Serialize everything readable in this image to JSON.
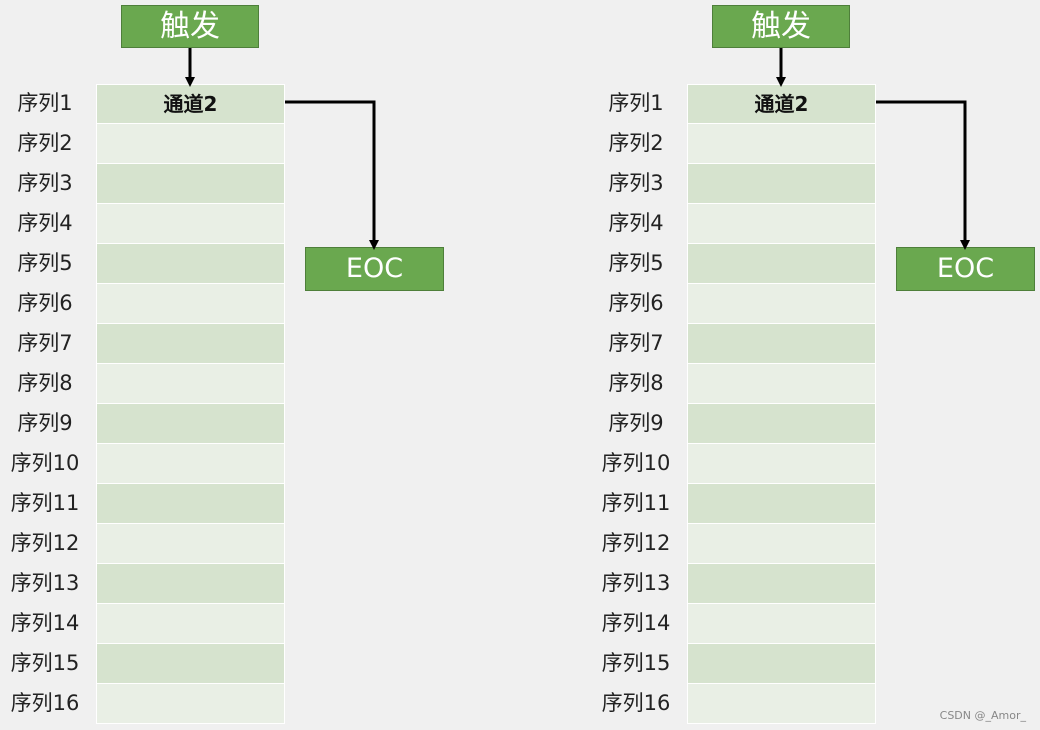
{
  "diagrams": [
    {
      "trigger_label": "触发",
      "eoc_label": "EOC",
      "rows": [
        {
          "label": "序列1",
          "cell": "通道2"
        },
        {
          "label": "序列2",
          "cell": ""
        },
        {
          "label": "序列3",
          "cell": ""
        },
        {
          "label": "序列4",
          "cell": ""
        },
        {
          "label": "序列5",
          "cell": ""
        },
        {
          "label": "序列6",
          "cell": ""
        },
        {
          "label": "序列7",
          "cell": ""
        },
        {
          "label": "序列8",
          "cell": ""
        },
        {
          "label": "序列9",
          "cell": ""
        },
        {
          "label": "序列10",
          "cell": ""
        },
        {
          "label": "序列11",
          "cell": ""
        },
        {
          "label": "序列12",
          "cell": ""
        },
        {
          "label": "序列13",
          "cell": ""
        },
        {
          "label": "序列14",
          "cell": ""
        },
        {
          "label": "序列15",
          "cell": ""
        },
        {
          "label": "序列16",
          "cell": ""
        }
      ]
    },
    {
      "trigger_label": "触发",
      "eoc_label": "EOC",
      "rows": [
        {
          "label": "序列1",
          "cell": "通道2"
        },
        {
          "label": "序列2",
          "cell": ""
        },
        {
          "label": "序列3",
          "cell": ""
        },
        {
          "label": "序列4",
          "cell": ""
        },
        {
          "label": "序列5",
          "cell": ""
        },
        {
          "label": "序列6",
          "cell": ""
        },
        {
          "label": "序列7",
          "cell": ""
        },
        {
          "label": "序列8",
          "cell": ""
        },
        {
          "label": "序列9",
          "cell": ""
        },
        {
          "label": "序列10",
          "cell": ""
        },
        {
          "label": "序列11",
          "cell": ""
        },
        {
          "label": "序列12",
          "cell": ""
        },
        {
          "label": "序列13",
          "cell": ""
        },
        {
          "label": "序列14",
          "cell": ""
        },
        {
          "label": "序列15",
          "cell": ""
        },
        {
          "label": "序列16",
          "cell": ""
        }
      ]
    }
  ],
  "watermark": "CSDN @_Amor_",
  "colors": {
    "green_box": "#6aa84f",
    "cell_dark": "#d6e3ce",
    "cell_light": "#e9efe5",
    "background": "#f0f0f0"
  }
}
